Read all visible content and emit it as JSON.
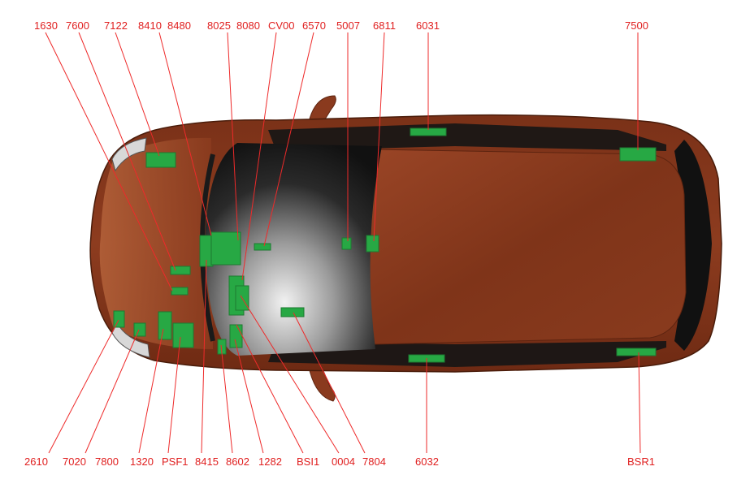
{
  "diagram": {
    "colors": {
      "body": "#8a3a1e",
      "body_dark": "#5e2410",
      "body_light": "#a8532f",
      "interior": "#202020",
      "component": "#27a844",
      "leader": "#ee2a2a",
      "label": "#e02020"
    },
    "labels_top": [
      "1630",
      "7600",
      "7122",
      "8410",
      "8480",
      "8025",
      "8080",
      "CV00",
      "6570",
      "5007",
      "6811",
      "6031",
      "7500"
    ],
    "labels_bottom": [
      "2610",
      "7020",
      "7800",
      "1320",
      "PSF1",
      "8415",
      "8602",
      "1282",
      "BSI1",
      "0004",
      "7804",
      "6032",
      "BSR1"
    ]
  }
}
